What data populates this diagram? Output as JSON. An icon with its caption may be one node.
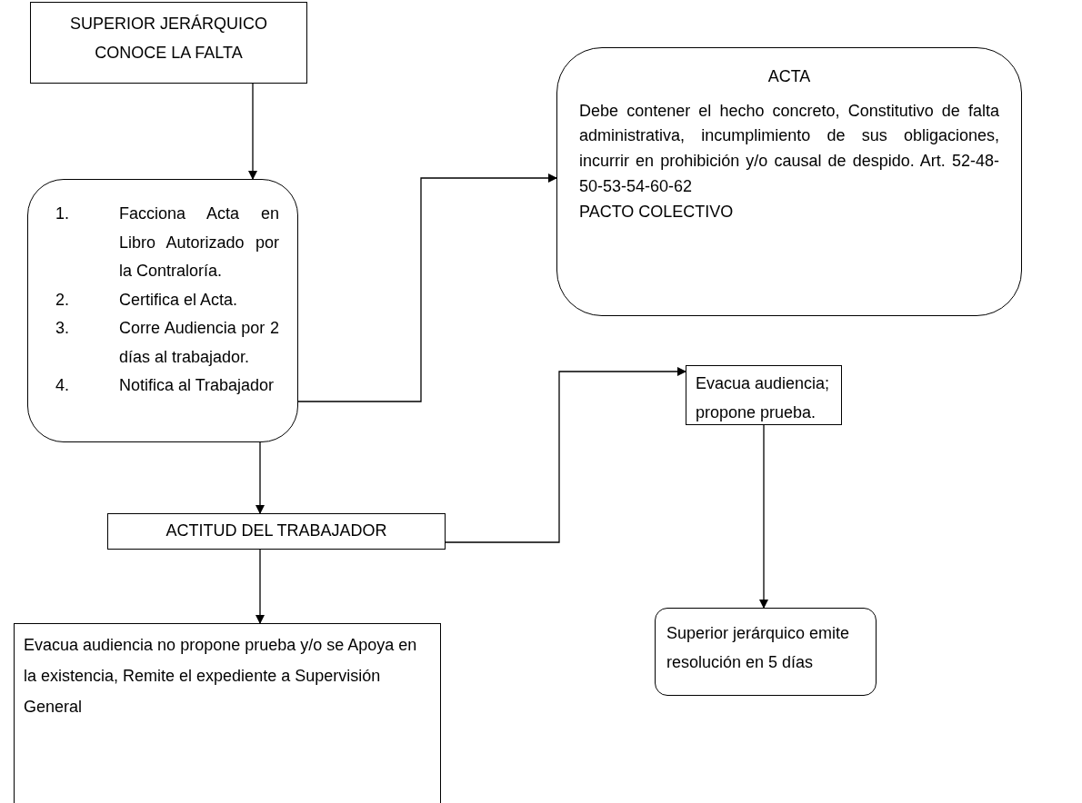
{
  "diagram": {
    "nodes": [
      {
        "text": [
          "SUPERIOR JERÁRQUICO CONOCE LA FALTA"
        ]
      },
      {
        "text": [
          "1.",
          "Facciona Acta en Libro Autorizado por la Contraloría.",
          "2.",
          "Certifica el Acta.",
          "3.",
          "Corre Audiencia por 2 días al trabajador.",
          "4.",
          "Notifica al Trabajador"
        ]
      },
      {
        "text": [
          "ACTA",
          "Debe contener el hecho concreto, Constitutivo de falta administrativa, incumplimiento de sus obligaciones, incurrir en prohibición y/o causal de despido. Art. 52-48-50-53-54-60-62",
          "PACTO COLECTIVO"
        ]
      },
      {
        "text": [
          "ACTITUD DEL TRABAJADOR"
        ]
      },
      {
        "text": [
          "Evacua audiencia; propone prueba."
        ]
      },
      {
        "text": [
          "Superior jerárquico emite resolución en 5 días"
        ]
      },
      {
        "text": [
          "Evacua audiencia no propone prueba y/o se Apoya en la existencia, Remite el expediente a Supervisión General"
        ]
      }
    ],
    "edges": [
      {
        "from": 0,
        "to": 1,
        "arrow": "to"
      },
      {
        "from": 1,
        "to": 2,
        "arrow": "to"
      },
      {
        "from": 1,
        "to": 3,
        "arrow": "to"
      },
      {
        "from": 3,
        "to": 4,
        "arrow": "to"
      },
      {
        "from": 4,
        "to": 5,
        "arrow": "to"
      },
      {
        "from": 3,
        "to": 6,
        "arrow": "to"
      }
    ]
  }
}
